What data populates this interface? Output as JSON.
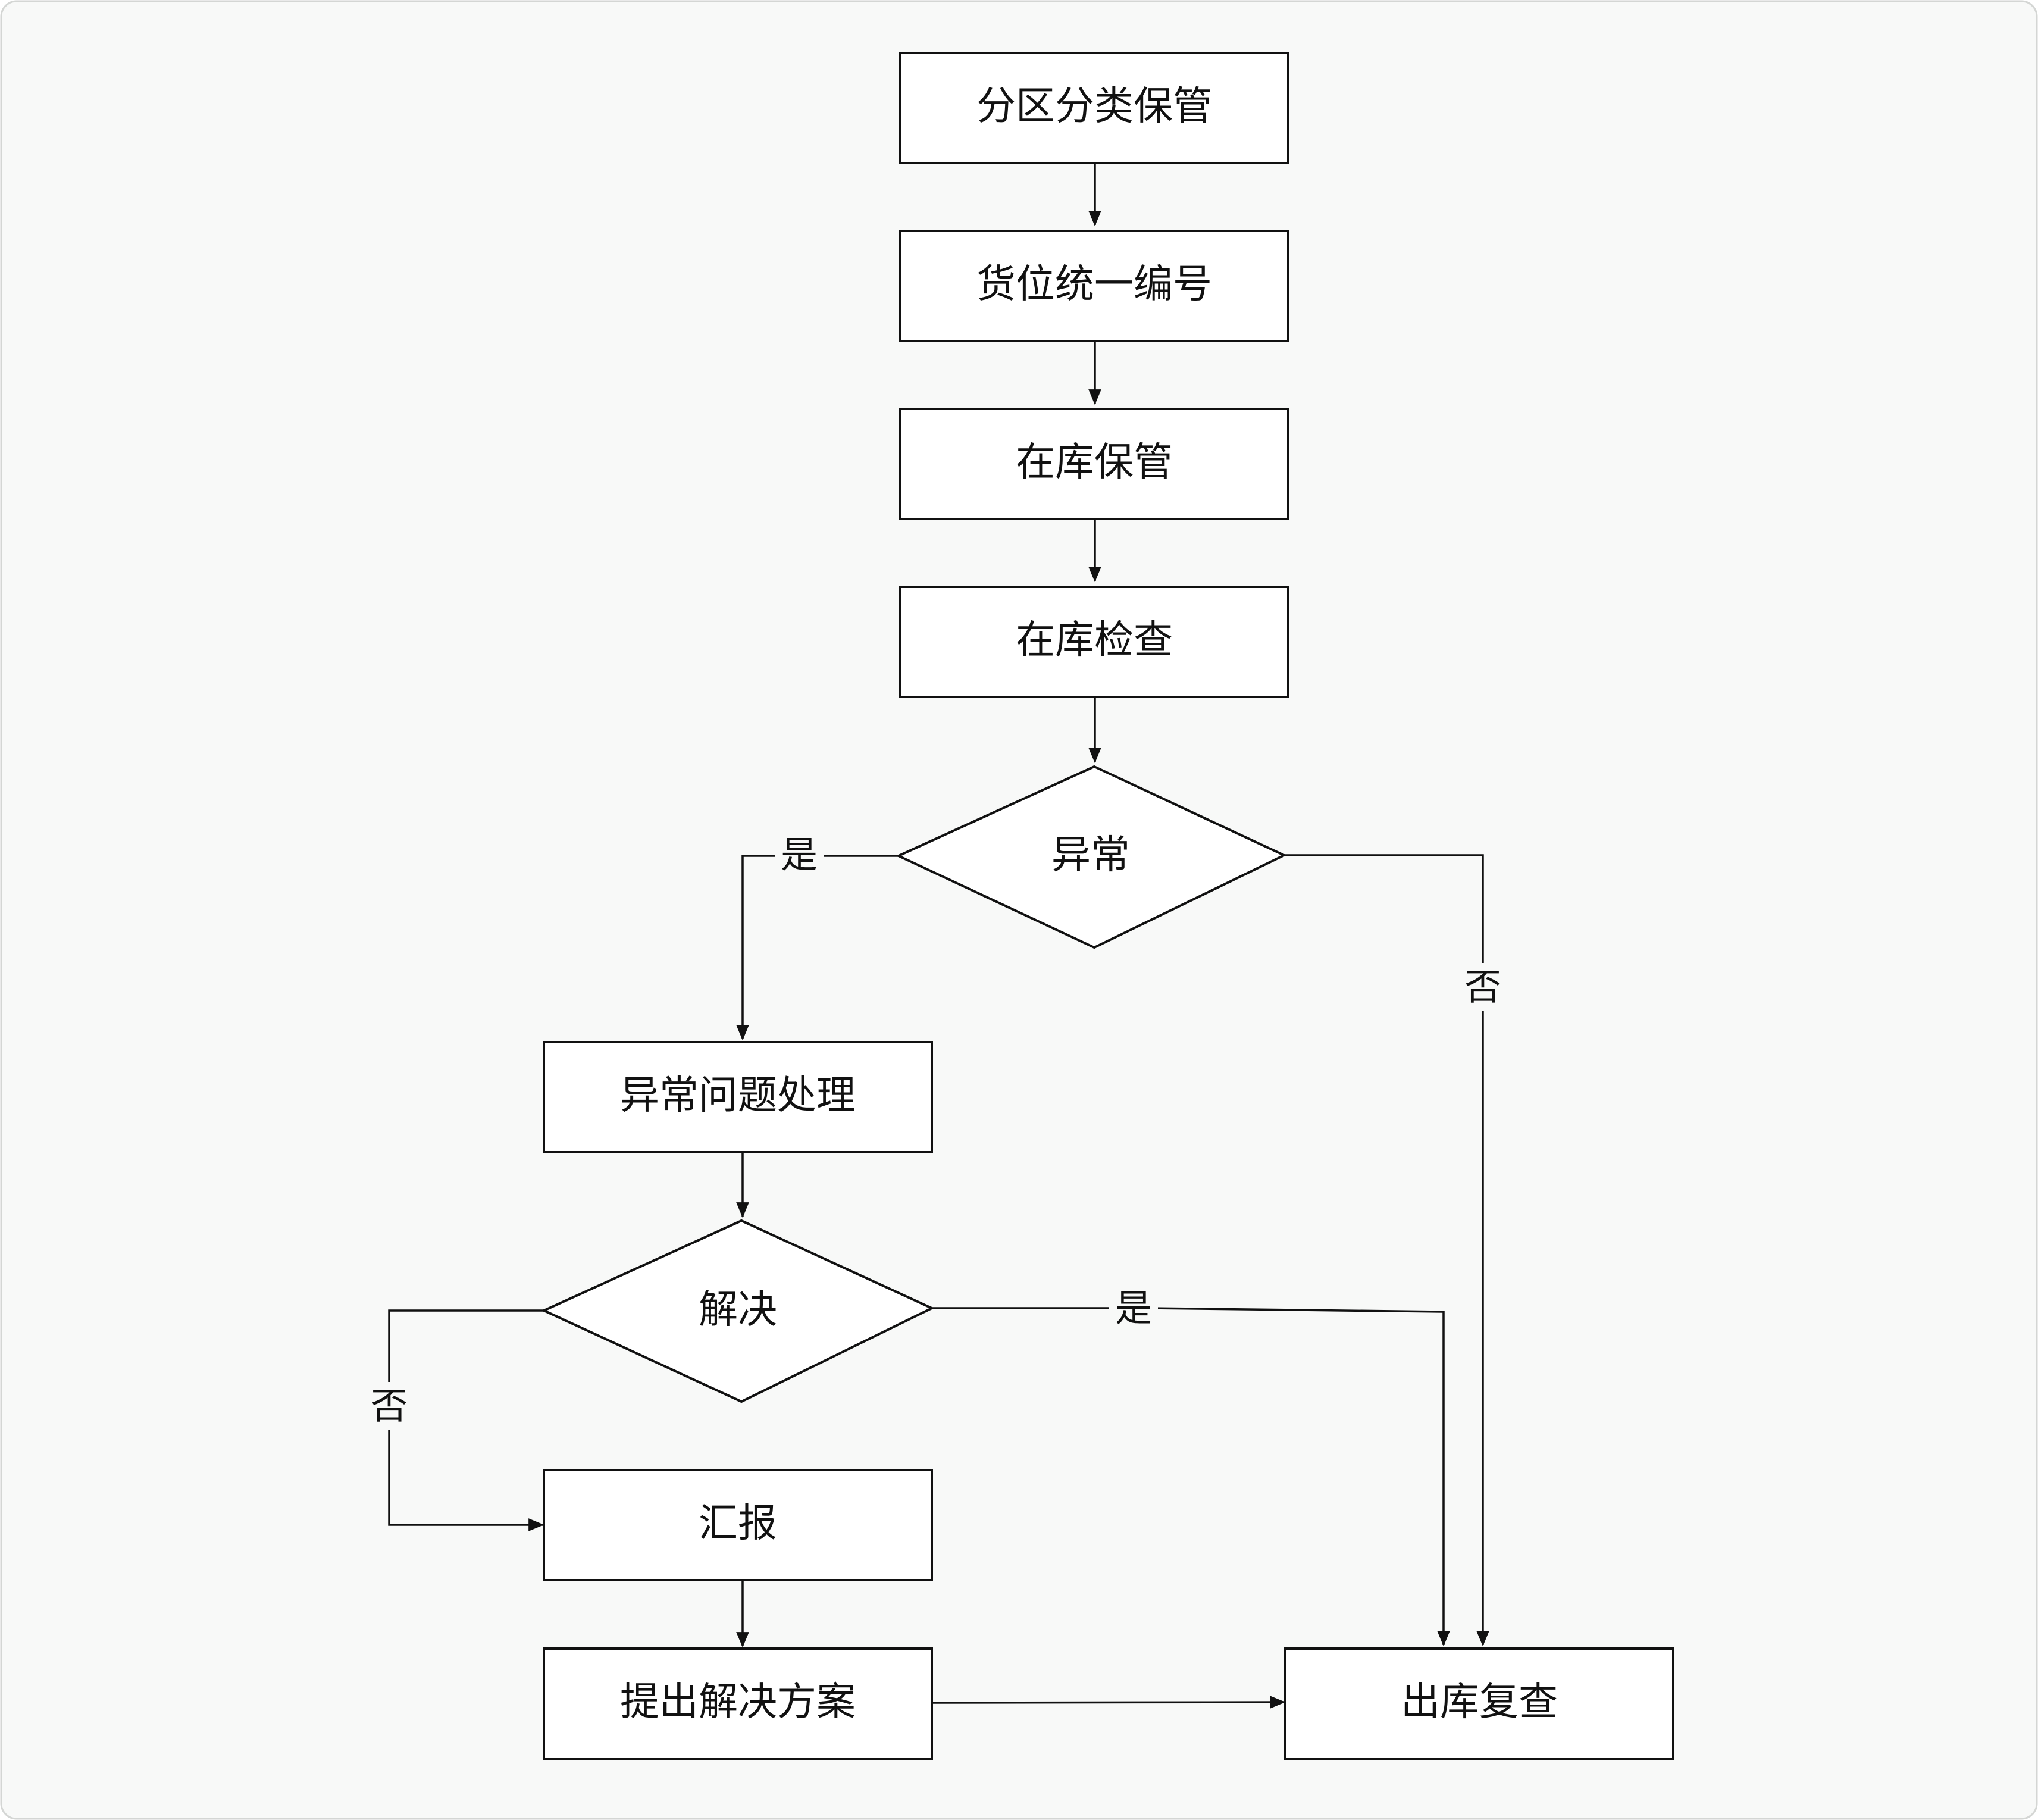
{
  "nodes": {
    "n1": "分区分类保管",
    "n2": "货位统一编号",
    "n3": "在库保管",
    "n4": "在库检查",
    "d1": "异常",
    "n5": "异常问题处理",
    "d2": "解决",
    "n6": "汇报",
    "n7": "提出解决方案",
    "n8": "出库复查"
  },
  "edges": {
    "d1_yes": "是",
    "d1_no": "否",
    "d2_yes": "是",
    "d2_no": "否"
  },
  "colors": {
    "stroke": "#111111",
    "background": "#f8f9f8",
    "node_fill": "#ffffff"
  }
}
